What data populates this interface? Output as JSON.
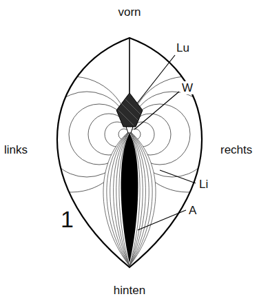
{
  "diagram": {
    "labels": [
      "vorn",
      "links",
      "rechts",
      "hinten",
      "Lu",
      "W",
      "Li",
      "A",
      "1"
    ]
  }
}
